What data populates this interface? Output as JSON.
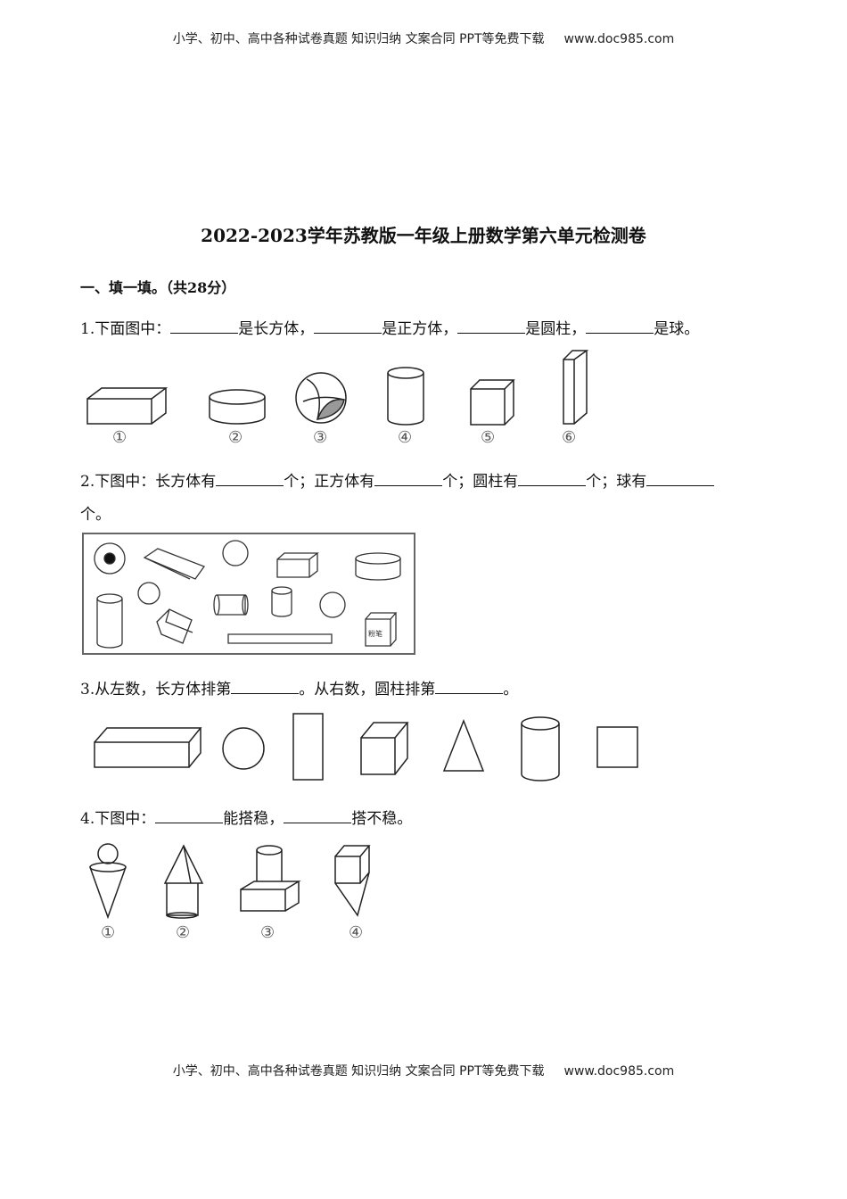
{
  "header": {
    "text": "小学、初中、高中各种试卷真题 知识归纳 文案合同 PPT等免费下载",
    "url": "www.doc985.com"
  },
  "footer": {
    "text": "小学、初中、高中各种试卷真题 知识归纳 文案合同 PPT等免费下载",
    "url": "www.doc985.com"
  },
  "title": "2022-2023学年苏教版一年级上册数学第六单元检测卷",
  "section1": "一、填一填。（共28分）",
  "q1": {
    "prefix": "1.下面图中：",
    "p1": "是长方体，",
    "p2": "是正方体，",
    "p3": "是圆柱，",
    "p4": "是球。",
    "labels": [
      "①",
      "②",
      "③",
      "④",
      "⑤",
      "⑥"
    ]
  },
  "q2": {
    "prefix": "2.下图中：长方体有",
    "p1": "个；正方体有",
    "p2": "个；圆柱有",
    "p3": "个；球有",
    "p4": "个。",
    "box_text": "粉笔"
  },
  "q3": {
    "prefix": "3.从左数，长方体排第",
    "p1": "。从右数，圆柱排第",
    "p2": "。"
  },
  "q4": {
    "prefix": "4.下图中：",
    "p1": "能搭稳，",
    "p2": "搭不稳。",
    "labels": [
      "①",
      "②",
      "③",
      "④"
    ]
  }
}
